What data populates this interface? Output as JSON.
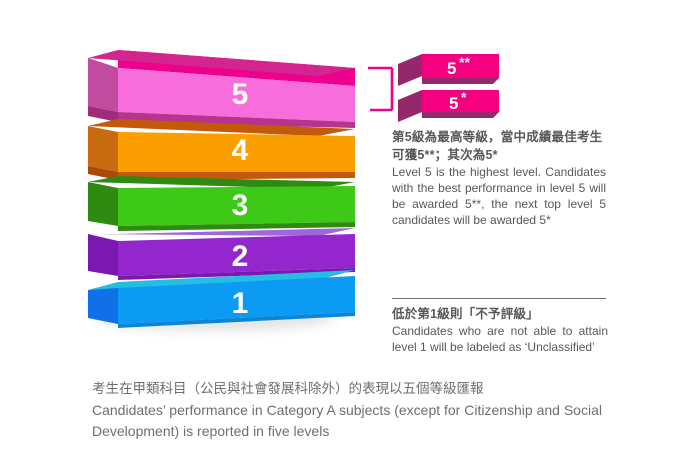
{
  "levels": [
    {
      "label": "5",
      "top_color": "#ec008c",
      "front_color": "#f76ddc",
      "side_color": "#b5348c",
      "name": "level-5"
    },
    {
      "label": "4",
      "top_color": "#c25a0a",
      "front_color": "#fb9e00",
      "side_color": "#c96b10",
      "name": "level-4"
    },
    {
      "label": "3",
      "top_color": "#2f8a12",
      "front_color": "#3ec818",
      "side_color": "#2f8a12",
      "name": "level-3"
    },
    {
      "label": "2",
      "top_color": "#a066dd",
      "front_color": "#9326cc",
      "side_color": "#7b18b0",
      "name": "level-2"
    },
    {
      "label": "1",
      "top_color": "#24bde3",
      "front_color": "#0c9bf2",
      "side_color": "#1070e8",
      "name": "level-1"
    }
  ],
  "badges": [
    {
      "label": "5",
      "stars": "**",
      "top_color": "#ec008c",
      "front_color": "#f5007f",
      "side_color": "#94286b"
    },
    {
      "label": "5",
      "stars": "*",
      "top_color": "#ec008c",
      "front_color": "#f5007f",
      "side_color": "#94286b"
    }
  ],
  "bracket": {
    "color": "#ec008c"
  },
  "notes": {
    "top": {
      "zh": "第5級為最高等級，當中成績最佳考生可獲5**；其次為5*",
      "en": "Level 5 is the highest level. Candidates with the best performance in level 5 will be awarded 5**, the next top level 5 candidates will be awarded 5*"
    },
    "bottom": {
      "zh": "低於第1級則「不予評級」",
      "en": "Candidates who are not able to attain level 1 will be labeled as ‘Unclassified’"
    }
  },
  "caption": {
    "zh": "考生在甲類科目（公民與社會發展科除外）的表現以五個等級匯報",
    "en": "Candidates’ performance in Category A subjects (except for Citizenship and Social Development) is reported in five levels"
  },
  "colors": {
    "text_gray": "#58585a",
    "caption_gray": "#6d6e71",
    "divider": "#6d6e71",
    "background": "#ffffff"
  }
}
